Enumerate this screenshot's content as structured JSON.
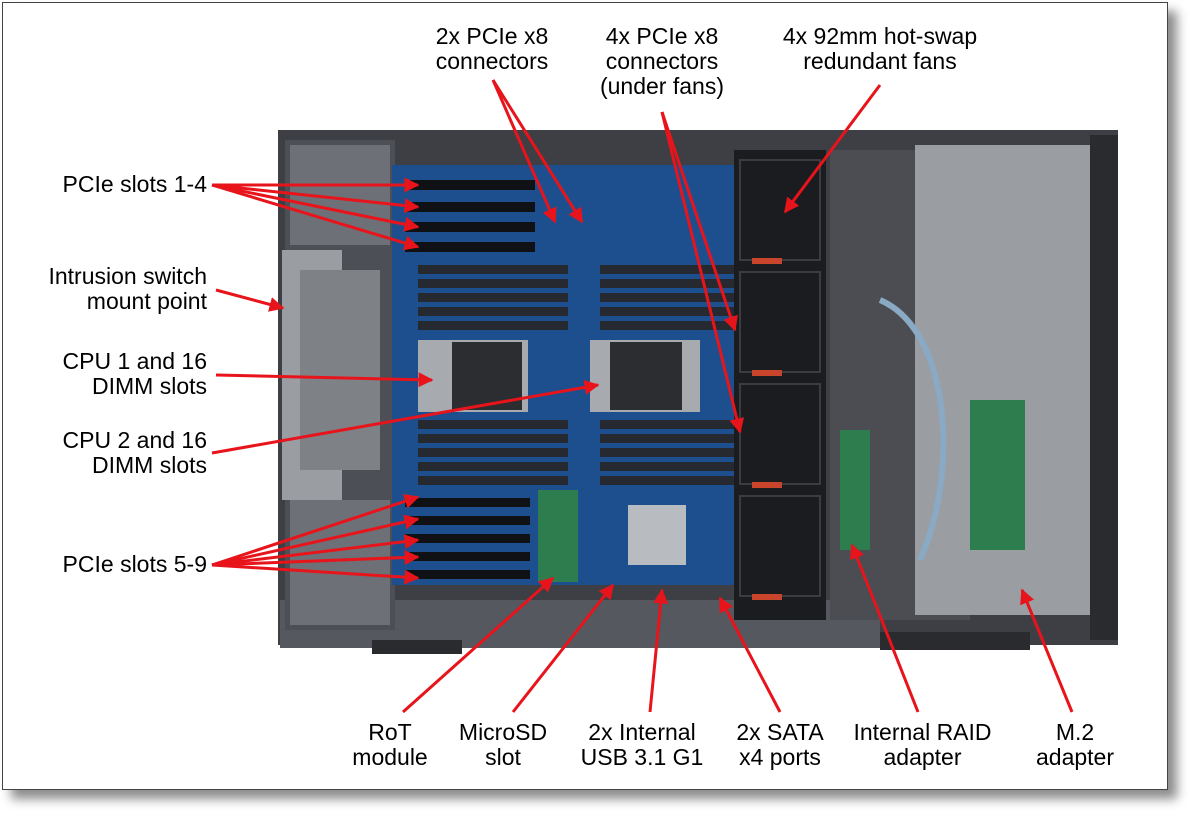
{
  "colors": {
    "arrow": "#e8141b",
    "chassis": "#3d3f44",
    "board": "#1d4f8e",
    "dimm": "#262a30",
    "fan": "#1b1c1f",
    "metal": "#a7aaaf"
  },
  "labels": {
    "pcie_x8_2x": [
      "2x PCIe x8",
      "connectors"
    ],
    "pcie_x8_4x": [
      "4x PCIe x8",
      "connectors",
      "(under fans)"
    ],
    "fans": [
      "4x 92mm hot-swap",
      "redundant fans"
    ],
    "pcie_slots_1_4": [
      "PCIe slots 1-4"
    ],
    "intrusion": [
      "Intrusion switch",
      "mount point"
    ],
    "cpu1": [
      "CPU 1 and 16",
      "DIMM slots"
    ],
    "cpu2": [
      "CPU 2 and 16",
      "DIMM slots"
    ],
    "pcie_slots_5_9": [
      "PCIe slots 5-9"
    ],
    "rot": [
      "RoT",
      "module"
    ],
    "microsd": [
      "MicroSD",
      "slot"
    ],
    "usb": [
      "2x Internal",
      "USB 3.1 G1"
    ],
    "sata": [
      "2x SATA",
      "x4 ports"
    ],
    "raid": [
      "Internal RAID",
      "adapter"
    ],
    "m2": [
      "M.2",
      "adapter"
    ]
  }
}
